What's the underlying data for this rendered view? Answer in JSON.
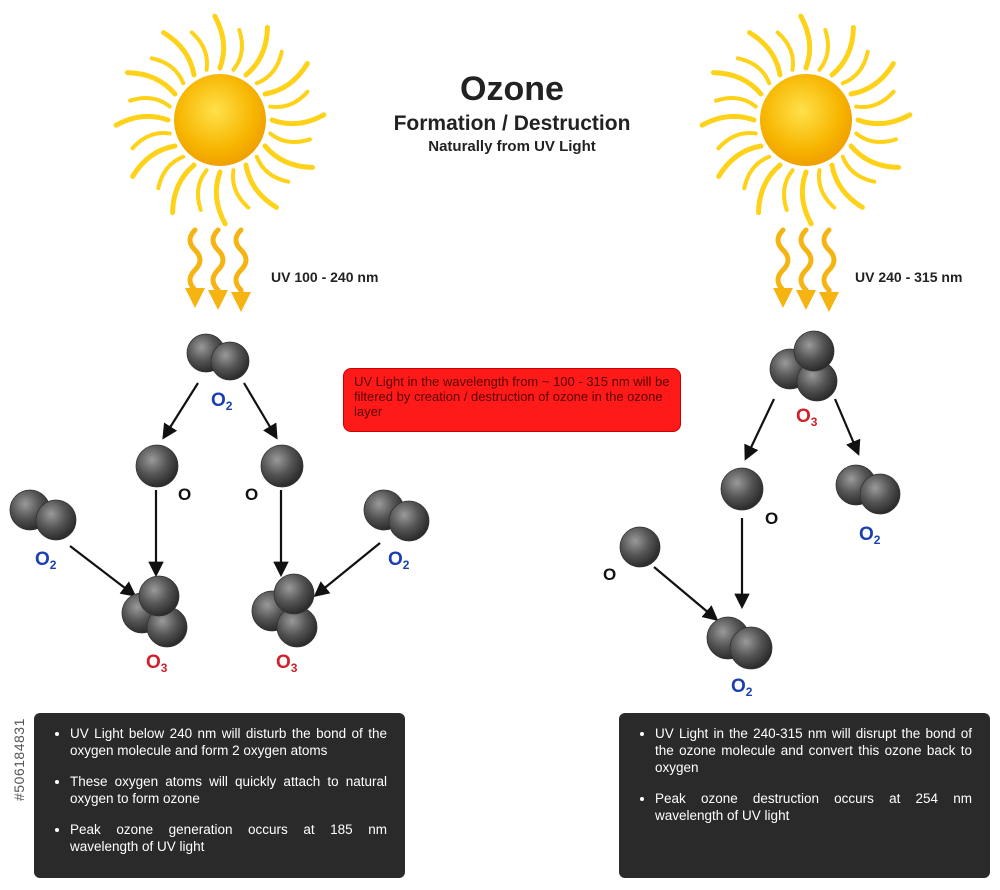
{
  "header": {
    "title": "Ozone",
    "subtitle": "Formation / Destruction",
    "subsubtitle": "Naturally from UV Light"
  },
  "uv_left": "UV 100 - 240 nm",
  "uv_right": "UV 240 - 315 nm",
  "callout": "UV Light in the wavelength from ~ 100 - 315 nm will be filtered by creation / destruction of ozone in the ozone layer",
  "formulas": {
    "o2_main": "O",
    "o2_main_sub": "2",
    "o2_left": "O",
    "o2_left_sub": "2",
    "o2_right": "O",
    "o2_right_sub": "2",
    "o3_left": "O",
    "o3_left_sub": "3",
    "o3_mid": "O",
    "o3_mid_sub": "3",
    "o3_rmain": "O",
    "o3_rmain_sub": "3",
    "o2_rside": "O",
    "o2_rside_sub": "2",
    "o2_rbottom": "O",
    "o2_rbottom_sub": "2"
  },
  "atom_labels": {
    "left_o1": "O",
    "left_o2": "O",
    "right_o1": "O",
    "right_o2": "O"
  },
  "info_left": [
    "UV Light below 240 nm will disturb the bond of the oxygen molecule and form 2 oxygen atoms",
    "These oxygen atoms will quickly attach to natural oxygen to form ozone",
    "Peak ozone generation occurs at 185 nm wavelength of UV light"
  ],
  "info_right": [
    "UV Light in the 240-315 nm will disrupt the bond of the ozone molecule and convert this ozone back to oxygen",
    "Peak ozone destruction occurs at 254 nm wavelength of UV light"
  ],
  "stock_id": "#506184831",
  "colors": {
    "sun_core": "#f7b500",
    "sun_rays": "#ffd21a",
    "uv_arrow": "#f6b413",
    "atom": "#555555",
    "callout_bg": "#ff1a1a",
    "info_bg": "#2a2a2a",
    "label_blue": "#1a3fb0",
    "label_red": "#d0202a"
  }
}
